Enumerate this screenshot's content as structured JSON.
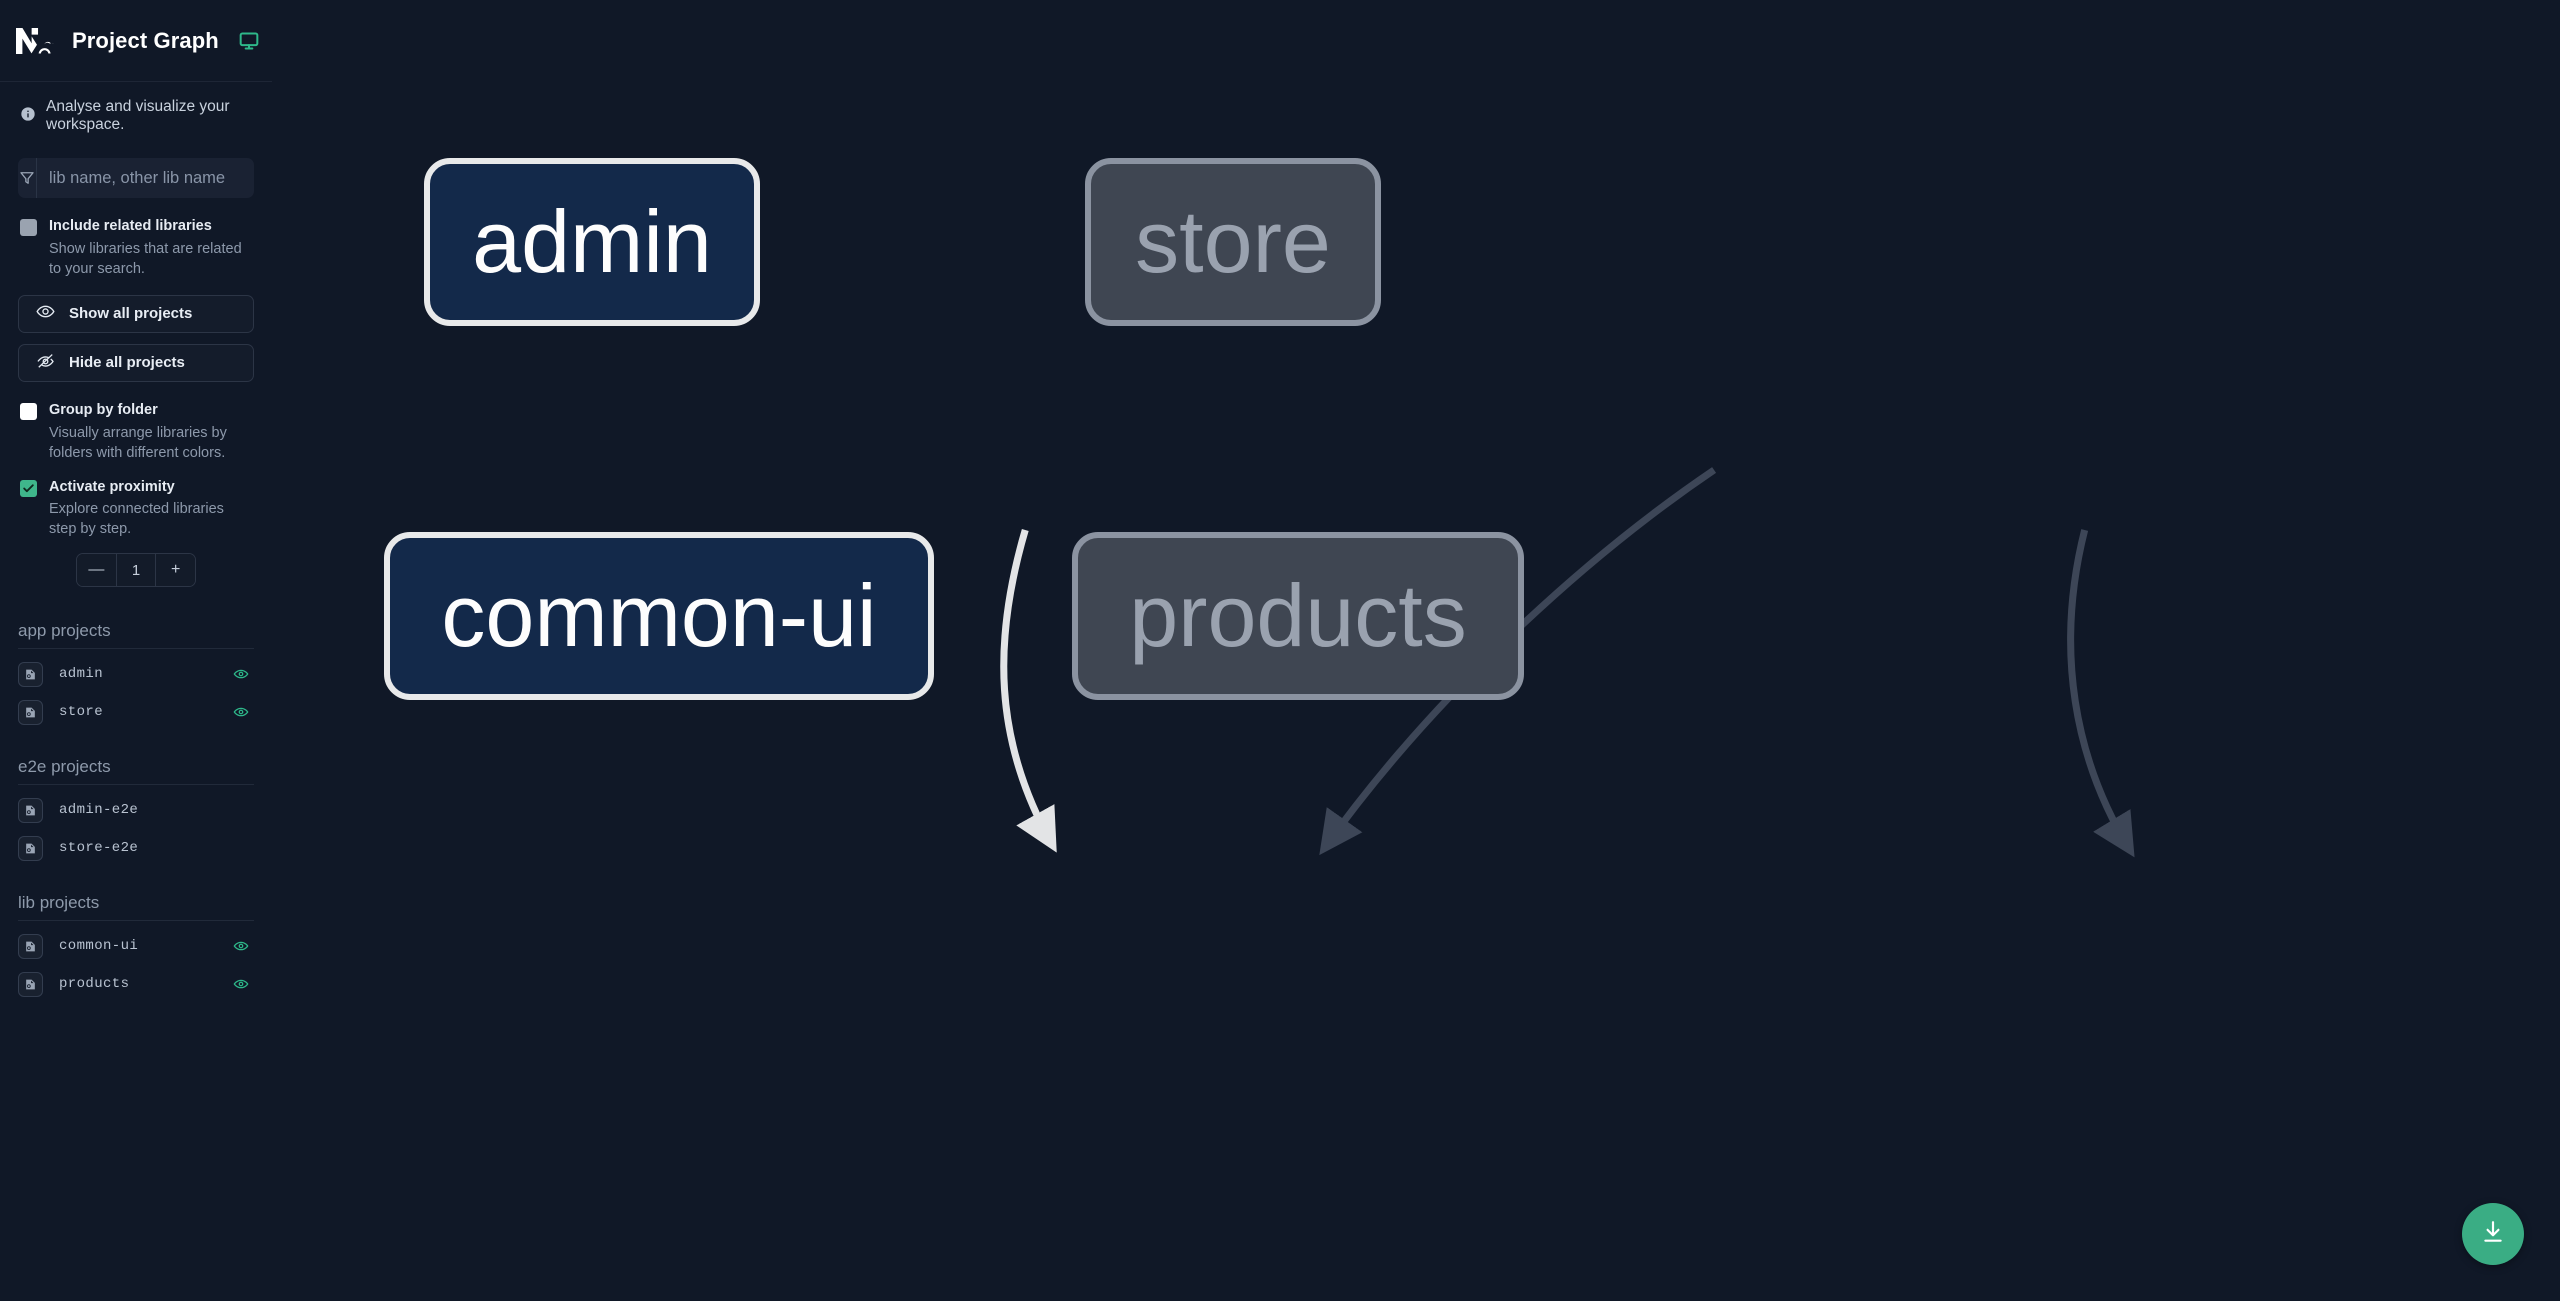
{
  "app": {
    "title": "Project Graph",
    "tagline": "Analyse and visualize your workspace.",
    "logo_alt": "nx-logo",
    "accent_green": "#3fb68b",
    "focus_fill": "#13294a",
    "focus_border": "#e8e9ea",
    "dim_fill": "#3f4652",
    "dim_border": "#8b93a1",
    "canvas_bg": "#101827"
  },
  "search": {
    "placeholder": "lib name, other lib name",
    "value": ""
  },
  "options": [
    {
      "key": "include-related-libraries",
      "title": "Include related libraries",
      "subtitle": "Show libraries that are related to your search.",
      "checkbox_state": "gray"
    },
    {
      "key": "group-by-folder",
      "title": "Group by folder",
      "subtitle": "Visually arrange libraries by folders with different colors.",
      "checkbox_state": "white"
    },
    {
      "key": "activate-proximity",
      "title": "Activate proximity",
      "subtitle": "Explore connected libraries step by step.",
      "checkbox_state": "green"
    }
  ],
  "buttons": {
    "show_all": "Show all projects",
    "hide_all": "Hide all projects"
  },
  "stepper": {
    "decrement": "—",
    "value": "1",
    "increment": "+"
  },
  "project_groups": [
    {
      "label": "app projects",
      "projects": [
        {
          "name": "admin",
          "visible": true
        },
        {
          "name": "store",
          "visible": true
        }
      ]
    },
    {
      "label": "e2e projects",
      "projects": [
        {
          "name": "admin-e2e",
          "visible": false
        },
        {
          "name": "store-e2e",
          "visible": false
        }
      ]
    },
    {
      "label": "lib projects",
      "projects": [
        {
          "name": "common-ui",
          "visible": true
        },
        {
          "name": "products",
          "visible": true
        }
      ]
    }
  ],
  "graph": {
    "nodes": [
      {
        "id": "admin",
        "label": "admin",
        "state": "focus"
      },
      {
        "id": "store",
        "label": "store",
        "state": "dim"
      },
      {
        "id": "common-ui",
        "label": "common-ui",
        "state": "focus"
      },
      {
        "id": "products",
        "label": "products",
        "state": "dim"
      }
    ],
    "edges": [
      {
        "from": "admin",
        "to": "common-ui",
        "state": "focus"
      },
      {
        "from": "store",
        "to": "common-ui",
        "state": "dim"
      },
      {
        "from": "store",
        "to": "products",
        "state": "dim"
      }
    ]
  },
  "download_button": {
    "icon": "download-icon",
    "label": ""
  }
}
